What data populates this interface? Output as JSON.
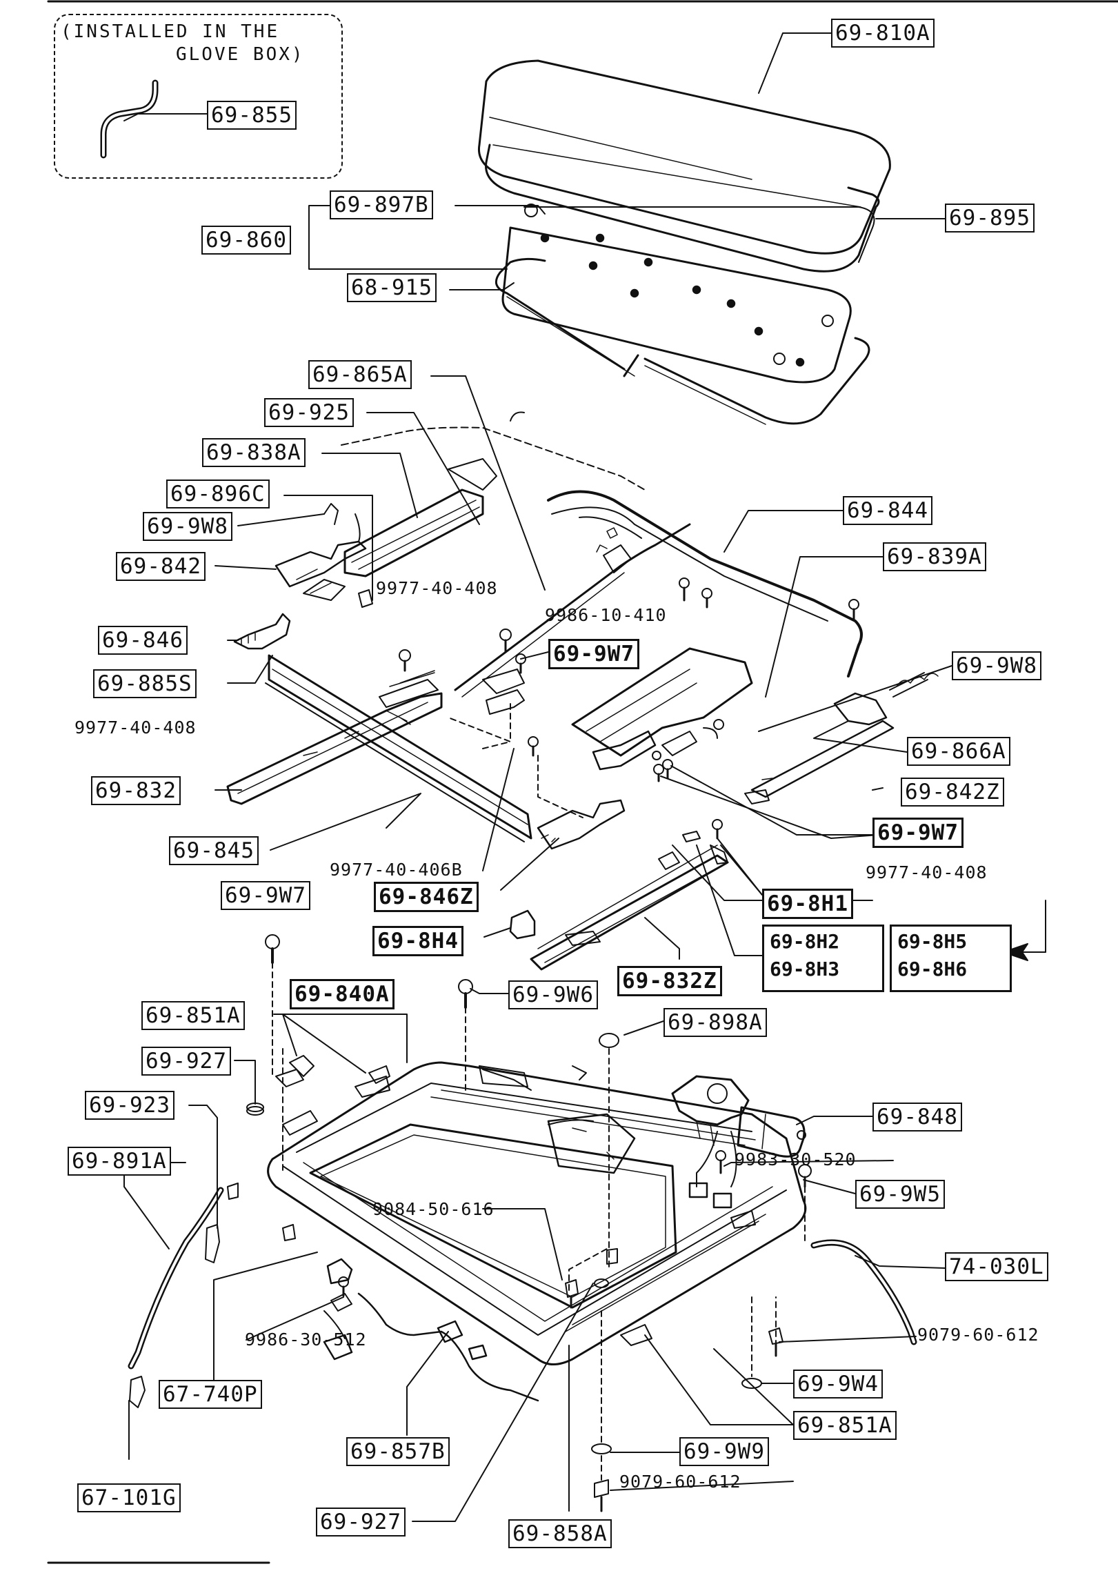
{
  "glovebox_note": {
    "line1": "(INSTALLED IN THE",
    "line2": "GLOVE BOX)"
  },
  "parts": {
    "p_69_810A": "69-810A",
    "p_69_855": "69-855",
    "p_69_897B": "69-897B",
    "p_69_895": "69-895",
    "p_69_860": "69-860",
    "p_68_915": "68-915",
    "p_69_865A": "69-865A",
    "p_69_925": "69-925",
    "p_69_838A": "69-838A",
    "p_69_896C": "69-896C",
    "p_69_9W8_a": "69-9W8",
    "p_69_842": "69-842",
    "p_69_844": "69-844",
    "p_69_839A": "69-839A",
    "p_69_846": "69-846",
    "p_69_885S": "69-885S",
    "p_69_9W7_a": "69-9W7",
    "p_69_9W8_b": "69-9W8",
    "p_69_866A": "69-866A",
    "p_69_842Z": "69-842Z",
    "p_69_832": "69-832",
    "p_69_9W7_b": "69-9W7",
    "p_69_845": "69-845",
    "p_69_846Z": "69-846Z",
    "p_69_8H1": "69-8H1",
    "p_69_9W7_c": "69-9W7",
    "p_69_8H4": "69-8H4",
    "p_69_8H2": "69-8H2",
    "p_69_8H3": "69-8H3",
    "p_69_8H5": "69-8H5",
    "p_69_8H6": "69-8H6",
    "p_69_840A": "69-840A",
    "p_69_9W6": "69-9W6",
    "p_69_832Z": "69-832Z",
    "p_69_851A_a": "69-851A",
    "p_69_898A": "69-898A",
    "p_69_927_a": "69-927",
    "p_69_923": "69-923",
    "p_69_848": "69-848",
    "p_69_891A": "69-891A",
    "p_69_9W5": "69-9W5",
    "p_74_030L": "74-030L",
    "p_69_9W4": "69-9W4",
    "p_69_851A_b": "69-851A",
    "p_67_740P": "67-740P",
    "p_69_9W9": "69-9W9",
    "p_69_857B": "69-857B",
    "p_67_101G": "67-101G",
    "p_69_927_b": "69-927",
    "p_69_858A": "69-858A"
  },
  "fasteners": {
    "f_9977_40_408_a": "9977-40-408",
    "f_9986_10_410": "9986-10-410",
    "f_9977_40_408_b": "9977-40-408",
    "f_9977_40_406B": "9977-40-406B",
    "f_9977_40_408_c": "9977-40-408",
    "f_9983_30_520": "9983-30-520",
    "f_9084_50_616": "9084-50-616",
    "f_9079_60_612_a": "9079-60-612",
    "f_9986_30_512": "9986-30-512",
    "f_9079_60_612_b": "9079-60-612"
  }
}
